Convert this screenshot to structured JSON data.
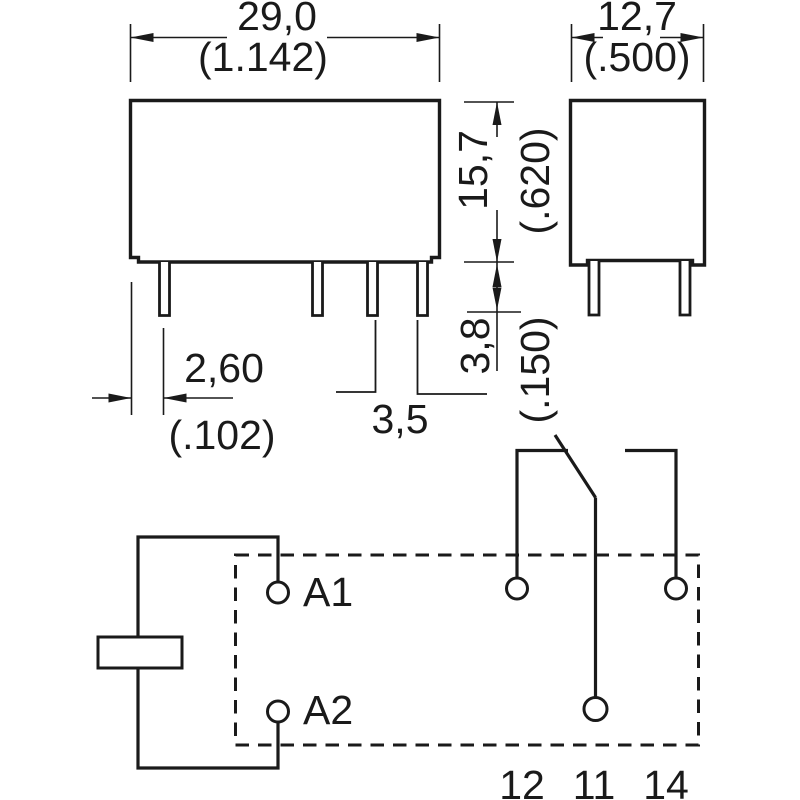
{
  "page": {
    "background_color": "#ffffff",
    "ink_color": "#1a1a1a"
  },
  "dimensions": {
    "body_width_mm": "29,0",
    "body_width_in": "(1.142)",
    "body_depth_mm": "12,7",
    "body_depth_in": "(.500)",
    "body_height_mm": "15,7",
    "body_height_in": "(.620)",
    "pin_length_mm": "3,8",
    "pin_length_in": "(.150)",
    "pin_offset_mm": "2,60",
    "pin_offset_in": "(.102)",
    "pin_pitch_mm": "3,5"
  },
  "schematic": {
    "coil_terminals": [
      "A1",
      "A2"
    ],
    "contact_terminals": [
      "12",
      "11",
      "14"
    ]
  }
}
